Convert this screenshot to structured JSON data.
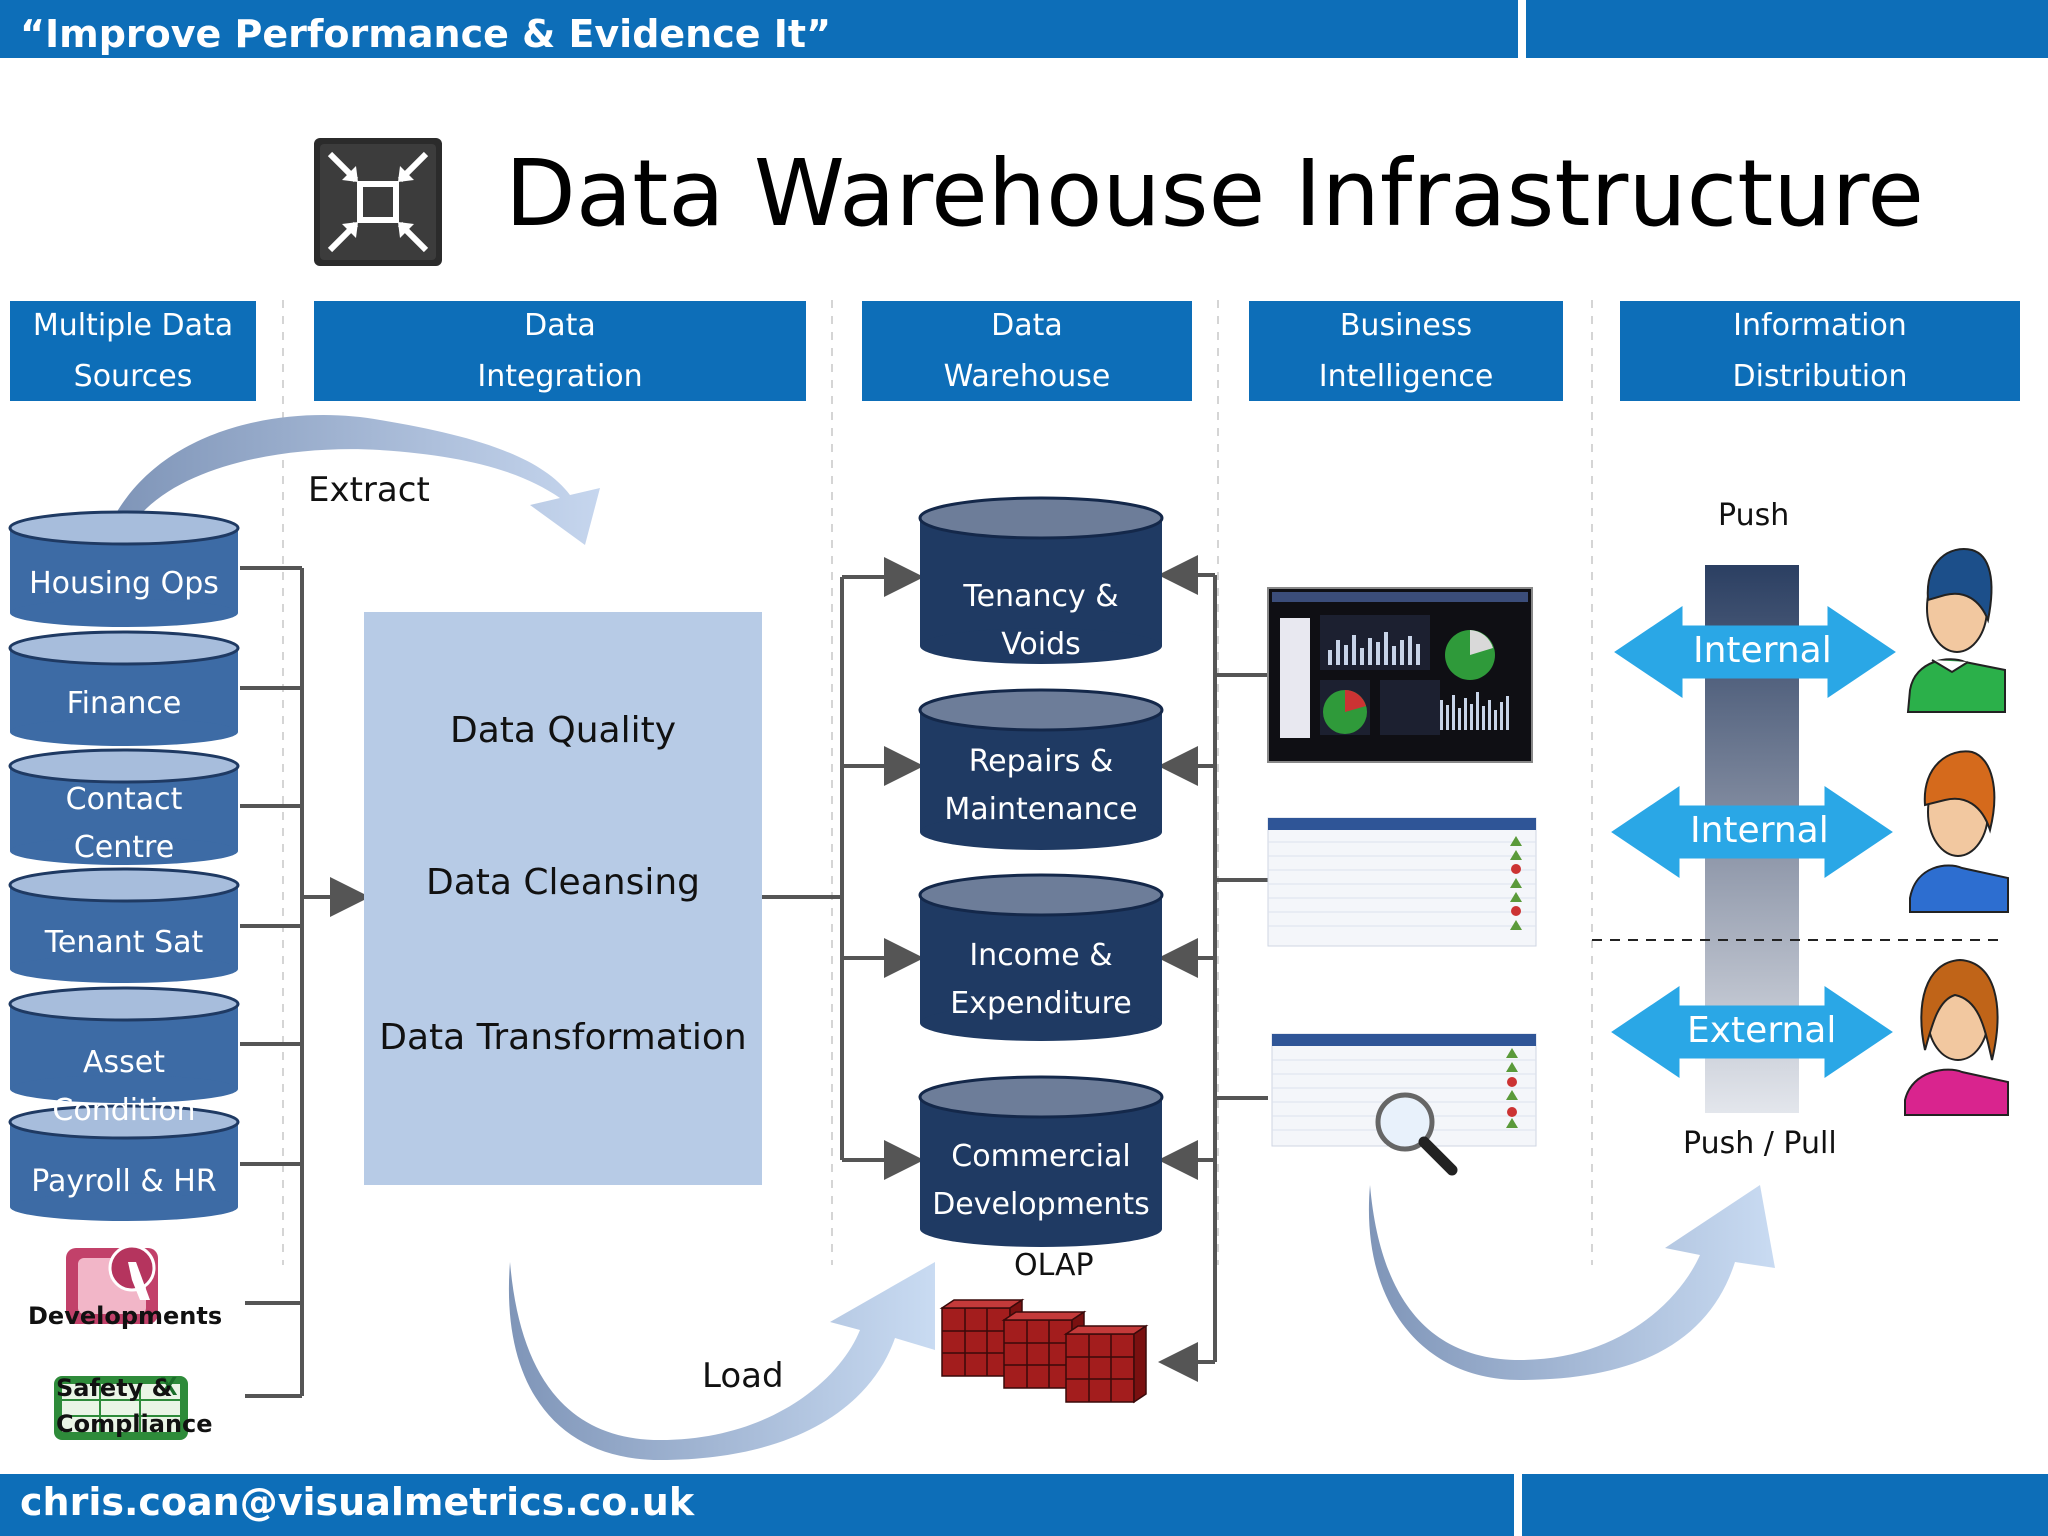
{
  "banner": {
    "tagline": "“Improve Performance & Evidence It”",
    "footer_email": "chris.coan@visualmetrics.co.uk"
  },
  "title": "Data Warehouse Infrastructure",
  "columns": [
    {
      "label": "Multiple Data\nSources"
    },
    {
      "label": "Data\nIntegration"
    },
    {
      "label": "Data\nWarehouse"
    },
    {
      "label": "Business\nIntelligence"
    },
    {
      "label": "Information\nDistribution"
    }
  ],
  "sources": [
    "Housing Ops",
    "Finance",
    "Contact\nCentre",
    "Tenant Sat",
    "Asset Condition",
    "Payroll & HR"
  ],
  "app_sources": [
    "Developments",
    "Safety &\nCompliance"
  ],
  "integration": {
    "extract": "Extract",
    "load": "Load",
    "steps": [
      "Data Quality",
      "Data Cleansing",
      "Data Transformation"
    ]
  },
  "warehouse": {
    "stores": [
      "Tenancy & Voids",
      "Repairs &\nMaintenance",
      "Income &\nExpenditure",
      "Commercial\nDevelopments"
    ],
    "olap": "OLAP"
  },
  "distribution": {
    "push": "Push",
    "push_pull": "Push / Pull",
    "arrows": [
      "Internal",
      "Internal",
      "External"
    ]
  },
  "colors": {
    "brand_blue": "#0d6eb8",
    "cylinder_navy": "#1f3a63",
    "cylinder_blue": "#3d6ba5",
    "integration_box": "#b7cbe6",
    "arrow_cyan": "#2aa7e6"
  },
  "icons": [
    "etl-logo-icon",
    "dashboard-thumbnail",
    "table-report-thumbnail",
    "magnifier-icon",
    "olap-cube-icon",
    "access-app-icon",
    "excel-app-icon",
    "user-avatar-icon"
  ]
}
